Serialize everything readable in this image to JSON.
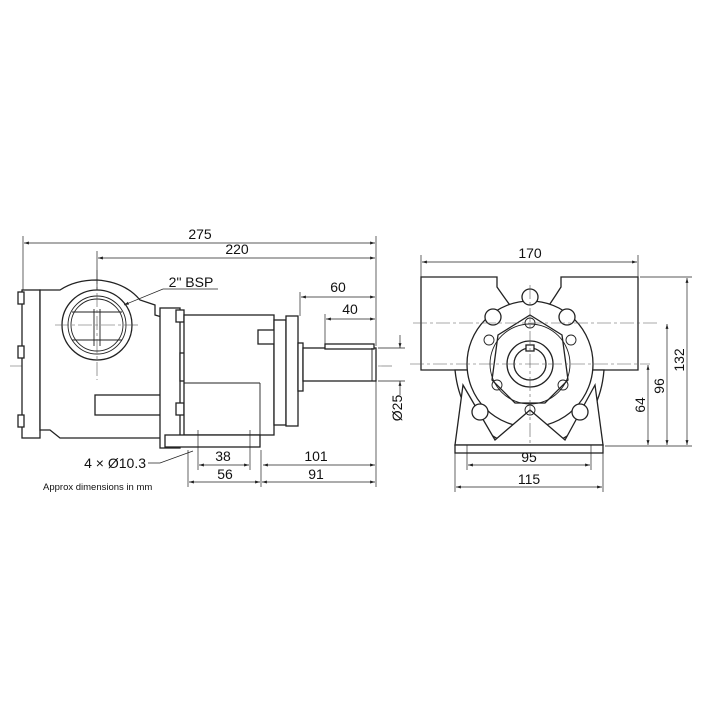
{
  "side_view": {
    "dim_overall_length": "275",
    "dim_port_to_shaft_end": "220",
    "port_label": "2\" BSP",
    "dim_shaft_60": "60",
    "dim_key_40": "40",
    "dim_shaft_diameter": "Ø25",
    "mount_holes_label": "4 × Ø10.3",
    "dim_38": "38",
    "dim_101": "101",
    "dim_56": "56",
    "dim_91": "91",
    "note": "Approx dimensions in mm"
  },
  "end_view": {
    "dim_width_170": "170",
    "dim_height_132": "132",
    "dim_height_96": "96",
    "dim_height_64": "64",
    "dim_foot_95": "95",
    "dim_foot_115": "115"
  }
}
